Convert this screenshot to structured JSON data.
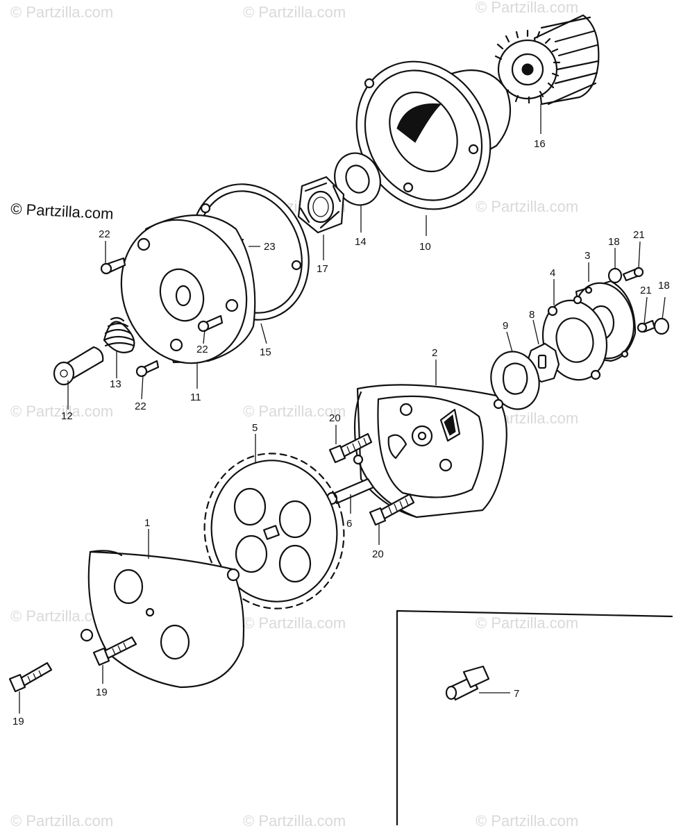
{
  "brand_label": "© Partzilla.com",
  "watermark_text": "© Partzilla.com",
  "colors": {
    "ink": "#111111",
    "watermark": "#d9d9d9",
    "background": "#ffffff"
  },
  "callouts": [
    "1",
    "2",
    "3",
    "4",
    "5",
    "6",
    "7",
    "8",
    "9",
    "10",
    "11",
    "12",
    "13",
    "14",
    "15",
    "16",
    "17",
    "18",
    "18",
    "19",
    "19",
    "20",
    "20",
    "21",
    "21",
    "22",
    "22",
    "22",
    "23"
  ]
}
